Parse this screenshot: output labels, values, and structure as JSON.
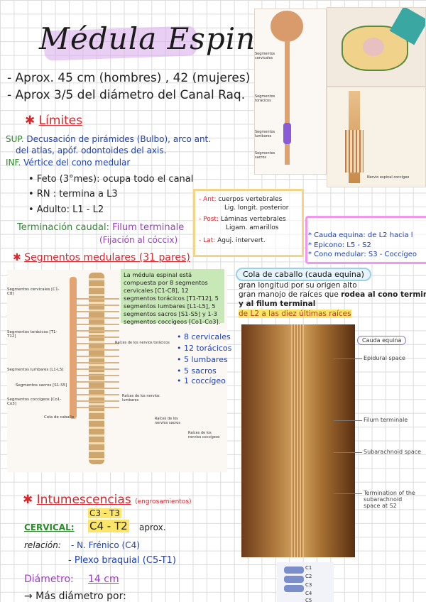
{
  "title": "Médula Espinal",
  "intro": [
    "- Aprox. 45 cm (hombres) , 42 (mujeres)",
    "- Aprox 3/5 del diámetro del Canal Raq."
  ],
  "limites": {
    "heading": "Límites",
    "sup_label": "SUP.",
    "sup_text": "Decusación de pirámides (Bulbo), arco ant.",
    "sup_text2": "del atlas, apóf. odontoides del axis.",
    "inf_label": "INF.",
    "inf_text": "Vértice del cono medular",
    "items": [
      "• Feto (3°mes): ocupa todo el canal",
      "• RN : termina a L3",
      "• Adulto: L1 - L2"
    ],
    "terminacion_label": "Terminación caudal:",
    "terminacion_value": "Filum terminale",
    "terminacion_note": "(Fijación al cóccix)"
  },
  "relations": {
    "ant_label": "- Ant:",
    "ant_text": "cuerpos vertebrales",
    "ant_text2": "Lig. longit. posterior",
    "post_label": "- Post:",
    "post_text": "Láminas vertebrales",
    "post_text2": "Ligam. amarillos",
    "lat_label": "- Lat:",
    "lat_text": "Aguj. intervert."
  },
  "cauda_notes": [
    "* Cauda equina: de L2 hacia l",
    "* Epicono: L5 - S2",
    "* Cono medular: S3 - Coccígeo"
  ],
  "segmentos": {
    "heading": "Segmentos medulares (31 pares)",
    "greenbox": "La médula espinal está compuesta por 8 segmentos cervicales [C1-C8], 12 segmentos torácicos [T1-T12], 5 segmentos lumbares [L1-L5], 5 segmentos sacros [S1-S5] y 1-3 segmentos coccígeos [Co1-Co3].",
    "list": [
      "• 8 cervicales",
      "• 12 torácicos",
      "• 5 lumbares",
      "• 5 sacros",
      "• 1 coccígeo"
    ],
    "diagram_labels": [
      "Segmentos cervicales [C1-C8]",
      "Segmentos torácicos [T1-T12]",
      "Segmentos lumbares [L1-L5]",
      "Segmentos sacros [S1-S5]",
      "Segmentos coccígeos [Co1-Co3]",
      "Cola de caballo",
      "Raíces de los nervios torácicos",
      "Raíces de los nervios lumbares",
      "Raíces de los nervios sacros",
      "Raíces de los nervios coccígeos"
    ]
  },
  "cola": {
    "pill": "Cola de caballo (cauda equina)",
    "text1": "gran longitud por su origen alto",
    "text2a": "gran manojo de raíces que ",
    "text2b": "rodea al cono terminal",
    "text3": "y al filum terminal",
    "highlight": "de L2 a las diez últimas raíces",
    "photo_labels": [
      "Cauda equina",
      "Epidural space",
      "Filum terminale",
      "Subarachnoid space",
      "Termination of the subarachnoid space at S2"
    ]
  },
  "intumescencias": {
    "heading": "Intumescencias",
    "heading_note": "(engrosamientos)",
    "top": "C3 - T3",
    "cervical_label": "CERVICAL:",
    "cervical_value": "C4 - T2",
    "aprox": "aprox.",
    "relacion_label": "relación:",
    "rel1": "- N. Frénico (C4)",
    "rel2": "- Plexo braquial (C5-T1)",
    "diametro_label": "Diámetro:",
    "diametro_value": "14 cm",
    "mas": "→ Más diámetro por:"
  },
  "top_right_labels": [
    "Segmentos cervicales",
    "Segmentos torácicos",
    "Segmentos lumbares",
    "Segmentos sacros",
    "Nervio espinal coccígeo"
  ],
  "bottom_right": [
    "C1",
    "C2",
    "C3",
    "C4",
    "C5"
  ]
}
